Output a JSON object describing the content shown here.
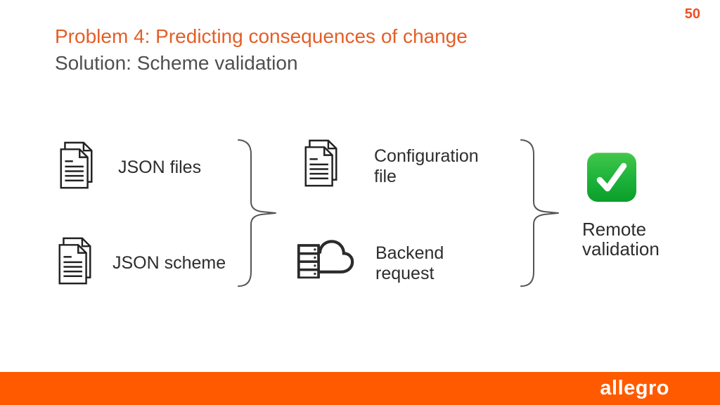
{
  "page": {
    "slide_number": "50",
    "title": "Problem 4: Predicting consequences of change",
    "subtitle": "Solution: Scheme validation"
  },
  "diagram": {
    "json_files_label": "JSON files",
    "json_scheme_label": "JSON scheme",
    "configuration_label": "Configuration file",
    "backend_label": "Backend request",
    "result_label": "Remote validation",
    "icons": {
      "documents": "stacked-documents-icon",
      "backend": "server-cloud-icon",
      "result": "green-check-emoji"
    }
  },
  "footer": {
    "logo_text": "allegro"
  },
  "colors": {
    "title_orange": "#e45e27",
    "page_number_orange": "#f04f24",
    "footer_orange": "#ff5a00",
    "subtitle_gray": "#4f4f4f",
    "label_dark": "#2d2d2d",
    "check_green": "#1cb23a"
  }
}
